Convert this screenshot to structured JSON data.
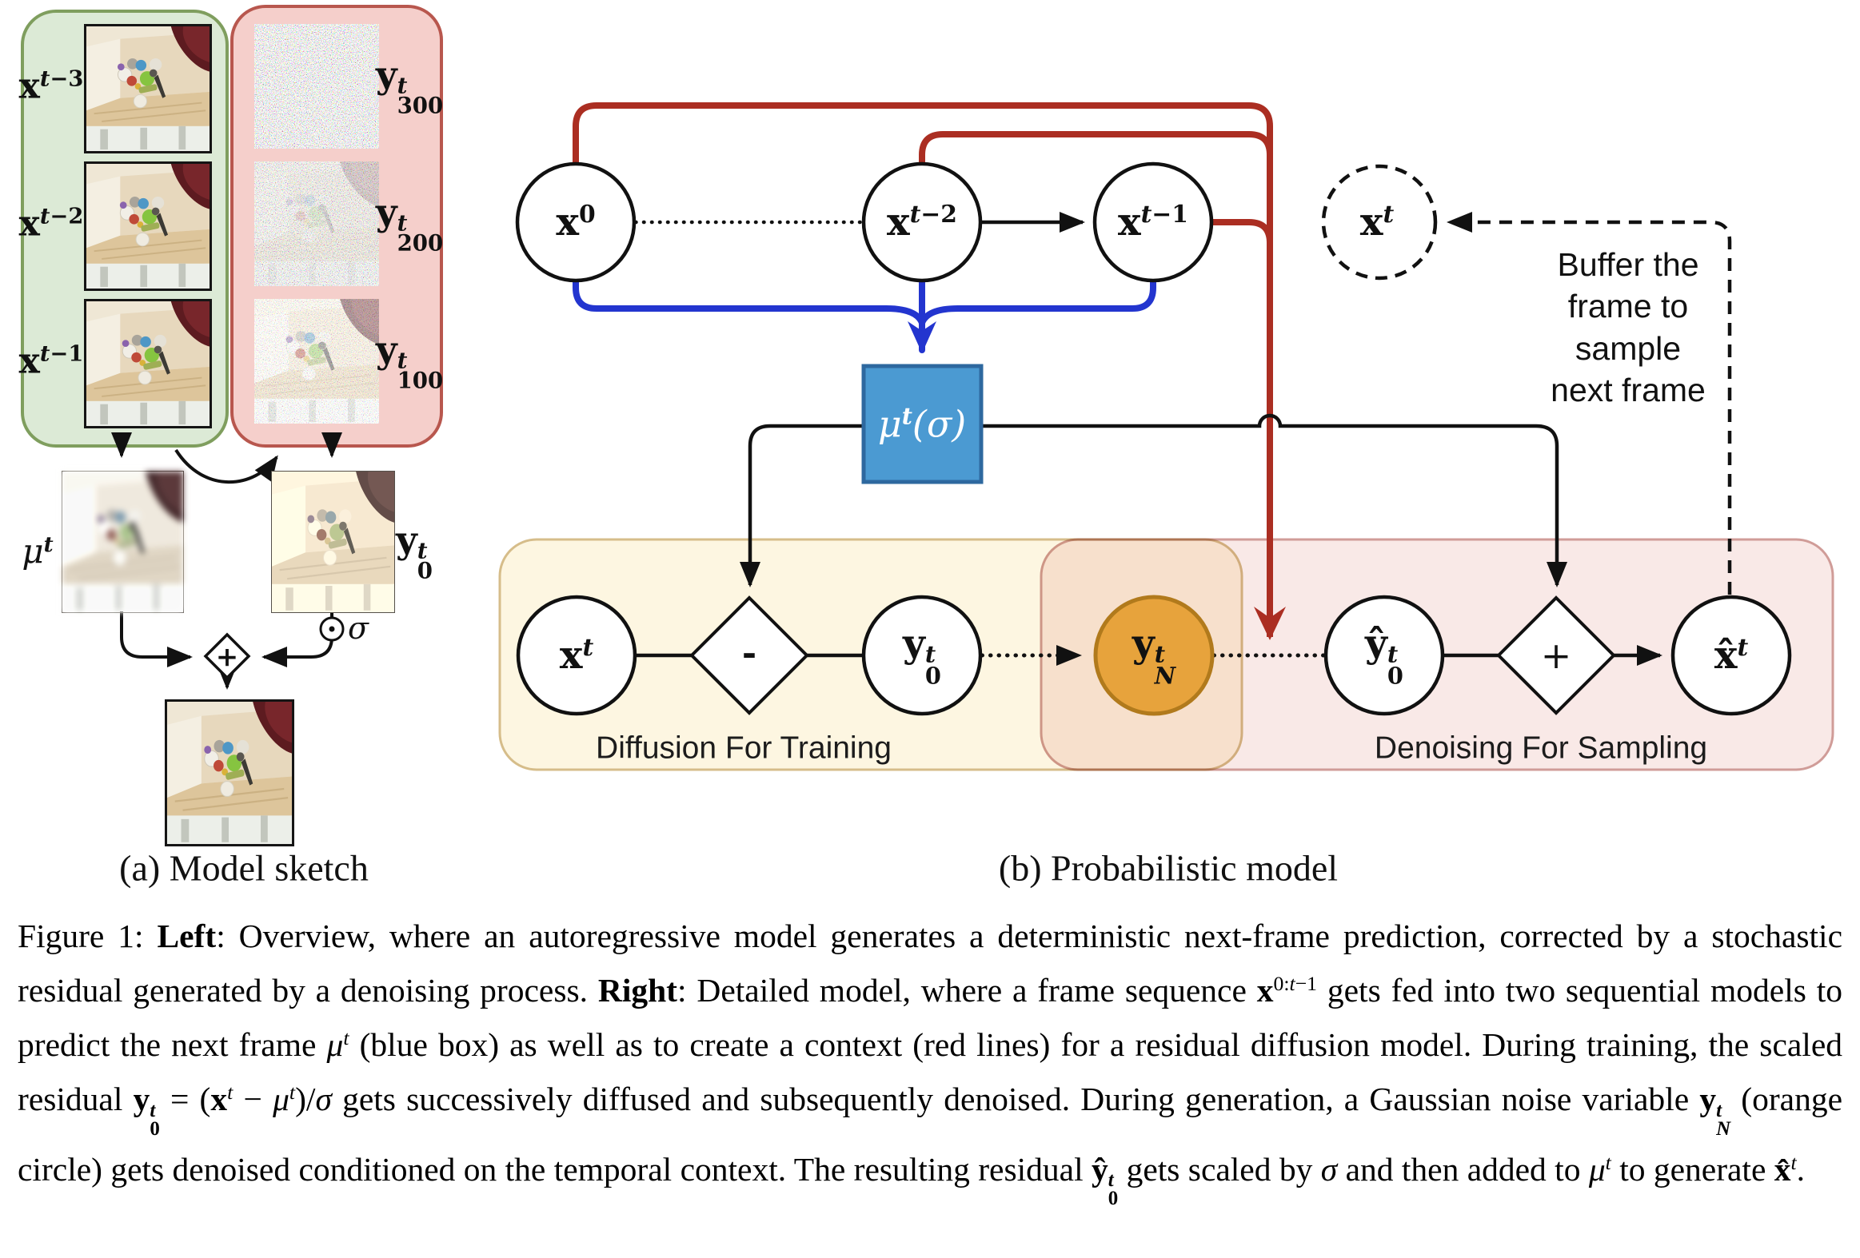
{
  "figure": {
    "panel_a": {
      "caption": "(a) Model sketch",
      "context_frames": [
        {
          "label": {
            "base": "x",
            "sup": "t−3"
          }
        },
        {
          "label": {
            "base": "x",
            "sup": "t−2"
          }
        },
        {
          "label": {
            "base": "x",
            "sup": "t−1"
          }
        }
      ],
      "noise_frames": [
        {
          "label": {
            "base": "y",
            "sup": "t",
            "sub": "300"
          }
        },
        {
          "label": {
            "base": "y",
            "sup": "t",
            "sub": "200"
          }
        },
        {
          "label": {
            "base": "y",
            "sup": "t",
            "sub": "100"
          }
        }
      ],
      "mu_label": {
        "base": "μ",
        "sup": "t",
        "plain": true
      },
      "y0_label": {
        "base": "y",
        "sup": "t",
        "sub": "0"
      },
      "sigma_label": {
        "base": "σ",
        "plain": true
      },
      "plus_operator": "+"
    },
    "panel_b": {
      "caption": "(b) Probabilistic model",
      "nodes": {
        "x0": {
          "base": "x",
          "sup": "0"
        },
        "xt2": {
          "base": "x",
          "sup": "t−2"
        },
        "xt1": {
          "base": "x",
          "sup": "t−1"
        },
        "xt_next": {
          "base": "x",
          "sup": "t"
        },
        "xt": {
          "base": "x",
          "sup": "t"
        },
        "y0": {
          "base": "y",
          "sup": "t",
          "sub": "0"
        },
        "yN": {
          "base": "y",
          "sup": "t",
          "sub": "N"
        },
        "yhat0": {
          "base": "ŷ",
          "sup": "t",
          "sub": "0"
        },
        "xhat": {
          "base": "x̂",
          "sup": "t"
        }
      },
      "mu_box_label": {
        "base": "μ",
        "sup": "t",
        "after": "(σ)",
        "plain": true
      },
      "minus_operator": "-",
      "plus_operator": "+",
      "region_labels": {
        "training": "Diffusion For Training",
        "sampling": "Denoising For Sampling"
      },
      "annotation_lines": [
        "Buffer the",
        "frame to",
        "sample",
        "next frame"
      ]
    },
    "caption_tokens": [
      {
        "t": "Figure 1: "
      },
      {
        "t": "Left",
        "b": 1
      },
      {
        "t": ": Overview, where an autoregressive model generates a deterministic next-frame prediction, corrected by a stochastic residual generated by a denoising process. "
      },
      {
        "t": "Right",
        "b": 1
      },
      {
        "t": ": Detailed model, where a frame sequence "
      },
      {
        "t": "x",
        "m": "b",
        "sup": "0:t−1"
      },
      {
        "t": " gets fed into two sequential models to predict the next frame "
      },
      {
        "t": "μ",
        "m": "i",
        "sup": "t"
      },
      {
        "t": " (blue box) as well as to create a context (red lines) for a residual diffusion model. During training, the scaled residual "
      },
      {
        "t": "y",
        "m": "b",
        "sup": "t",
        "sub": "0"
      },
      {
        "t": " = ("
      },
      {
        "t": "x",
        "m": "b",
        "sup": "t"
      },
      {
        "t": " − "
      },
      {
        "t": "μ",
        "m": "i",
        "sup": "t"
      },
      {
        "t": ")/"
      },
      {
        "t": "σ",
        "m": "i"
      },
      {
        "t": " gets successively diffused and subsequently denoised. During generation, a Gaussian noise variable "
      },
      {
        "t": "y",
        "m": "b",
        "sup": "t",
        "sub": "N"
      },
      {
        "t": " (orange circle) gets denoised conditioned on the temporal context. The resulting residual "
      },
      {
        "t": "ŷ",
        "m": "b",
        "sup": "t",
        "sub": "0"
      },
      {
        "t": " gets scaled by "
      },
      {
        "t": "σ",
        "m": "i"
      },
      {
        "t": " and then added to "
      },
      {
        "t": "μ",
        "m": "i",
        "sup": "t"
      },
      {
        "t": " to generate "
      },
      {
        "t": "x̂",
        "m": "b",
        "sup": "t"
      },
      {
        "t": "."
      }
    ]
  },
  "colors": {
    "context_line_red": "#ab2e22",
    "prediction_line_blue": "#2335cf",
    "mu_box_fill": "#4b9ad2",
    "mu_box_border": "#2e689f",
    "noise_node_fill": "#e7a33c",
    "noise_node_border": "#b17a1c",
    "context_box_fill": "#dcead6",
    "context_box_border": "#7f9e5e",
    "residual_box_fill": "#f5cfcb",
    "residual_box_border": "#b8574e",
    "training_box_fill": "#fdf6e1",
    "training_box_border": "#d6bd8a",
    "sampling_box_fill": "#f9e9e7",
    "sampling_box_border": "#d09c98"
  }
}
